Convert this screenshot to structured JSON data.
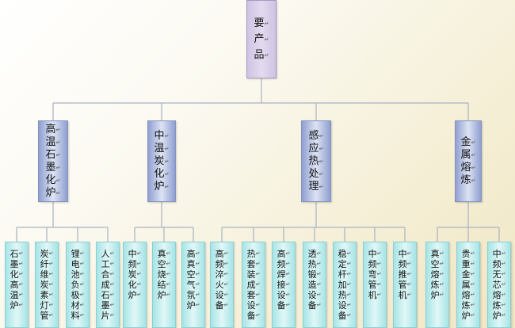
{
  "root": {
    "label": "要产品"
  },
  "categories": [
    {
      "label": "高温石墨化炉",
      "items": [
        "石墨化高温炉",
        "炭纤维炭素灯管",
        "锂电池负极材料",
        "人工合成石墨片"
      ]
    },
    {
      "label": "中温炭化炉",
      "items": [
        "中频炭化炉",
        "真空烧结炉",
        "高真空气氛炉"
      ]
    },
    {
      "label": "感应热处理",
      "items": [
        "高频淬火设备",
        "热套装成套设备",
        "高频焊接设备",
        "透热锻造设备",
        "稳定杆加热设备",
        "中频弯管机",
        "中频推管机"
      ]
    },
    {
      "label": "金属熔炼",
      "items": [
        "真空熔炼炉",
        "贵重金属熔炼炉",
        "中频无芯熔炼炉"
      ]
    }
  ],
  "colors": {
    "root_fill": "#d9cfe9",
    "category_fill": "#b5c0e4",
    "item_fill": "#c4eeee",
    "connector": "#a8b2c4"
  }
}
